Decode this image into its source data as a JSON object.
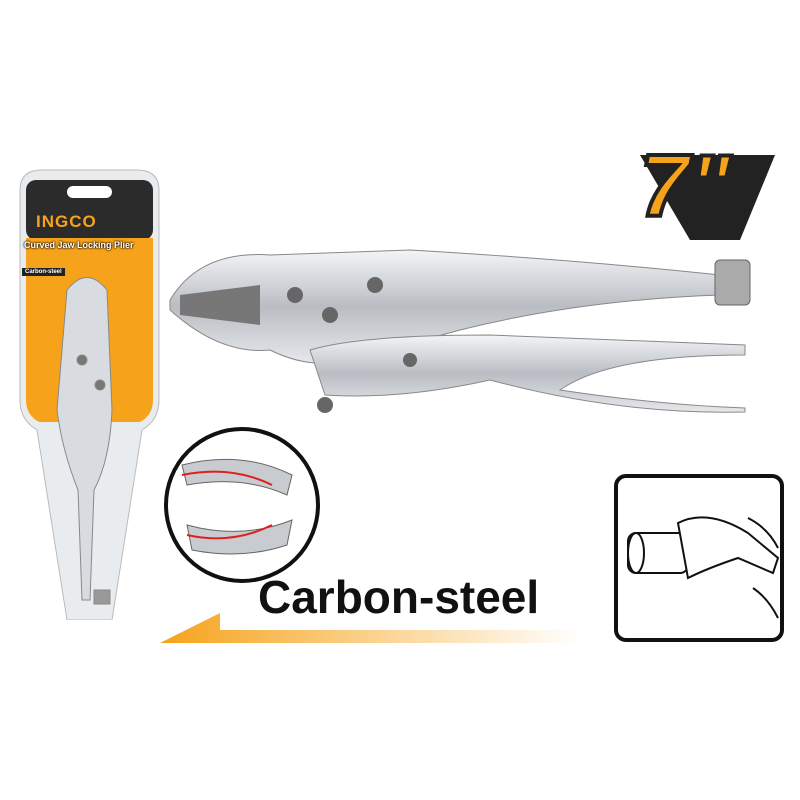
{
  "product": {
    "brand": "INGCO",
    "package_title": "Curved Jaw Locking Plier",
    "package_badge": "Carbon-steel",
    "size_label": "7\"",
    "material_label": "Carbon-steel"
  },
  "colors": {
    "accent": "#f6a31b",
    "dark": "#222222",
    "steel": "#c8cbd0"
  }
}
